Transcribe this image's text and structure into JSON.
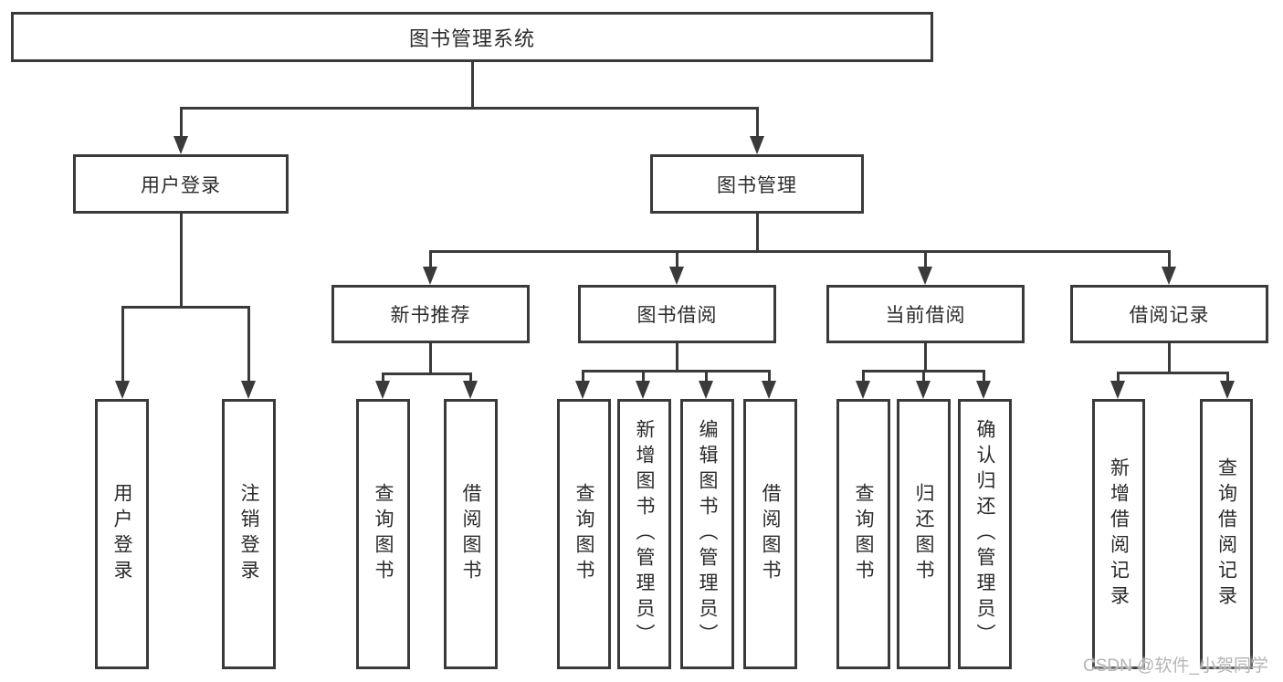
{
  "colors": {
    "line": "#3a3a3a",
    "text": "#2b2b2b",
    "watermark": "#b5b5b5",
    "background": "#ffffff"
  },
  "watermark": "CSDN @软件_小贺同学",
  "tree": {
    "root": "图书管理系统",
    "branches": [
      {
        "label": "用户登录",
        "children": [
          "用户登录",
          "注销登录"
        ]
      },
      {
        "label": "图书管理",
        "sections": [
          {
            "label": "新书推荐",
            "children": [
              "查询图书",
              "借阅图书"
            ]
          },
          {
            "label": "图书借阅",
            "children": [
              "查询图书",
              "新增图书（管理员）",
              "编辑图书（管理员）",
              "借阅图书"
            ]
          },
          {
            "label": "当前借阅",
            "children": [
              "查询图书",
              "归还图书",
              "确认归还（管理员）"
            ]
          },
          {
            "label": "借阅记录",
            "children": [
              "新增借阅记录",
              "查询借阅记录"
            ]
          }
        ]
      }
    ]
  }
}
